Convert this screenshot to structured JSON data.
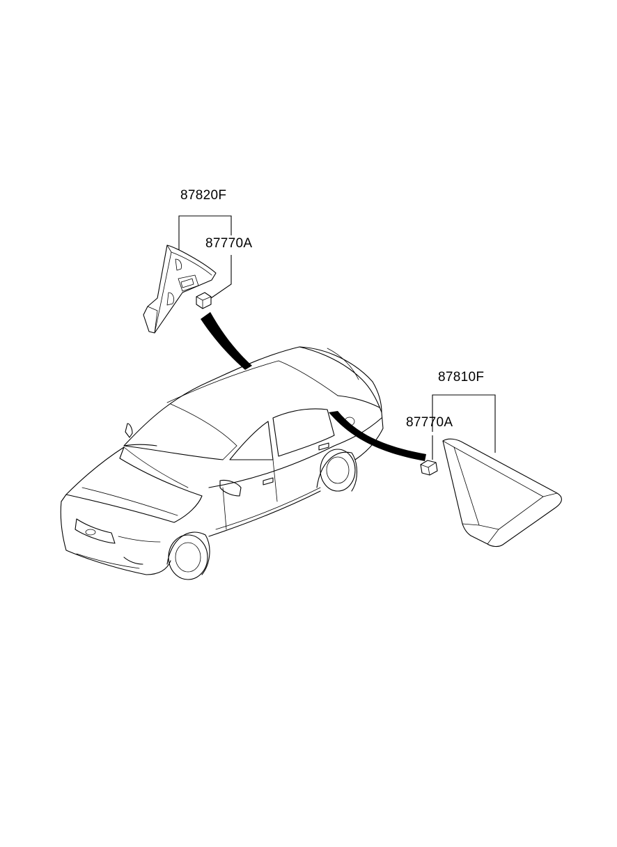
{
  "labels": {
    "rear_garnish": "87820F",
    "rear_clip": "87770A",
    "front_garnish": "87810F",
    "front_clip": "87770A"
  },
  "colors": {
    "line": "#000000",
    "background": "#ffffff"
  }
}
